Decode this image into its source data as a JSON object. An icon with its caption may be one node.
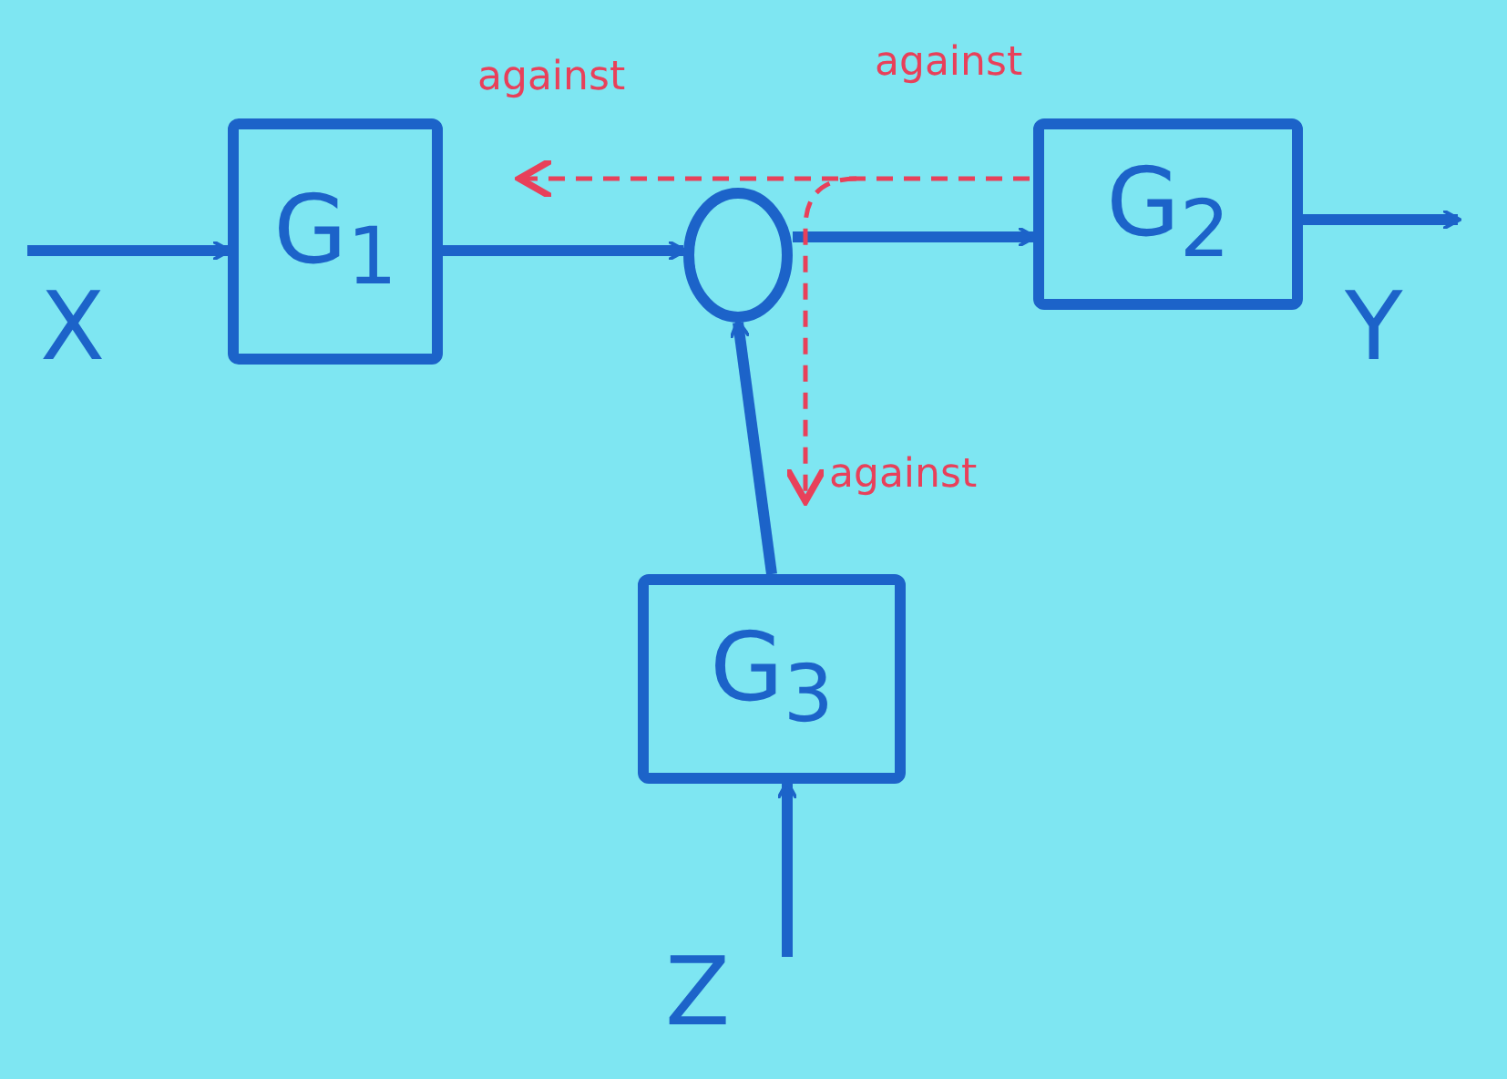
{
  "diagram": {
    "nodes": [
      {
        "text": [
          "G$_{1}$"
        ]
      },
      {
        "text": [],
        "shape": "circle"
      },
      {
        "text": [
          "G$_{2}$"
        ]
      },
      {
        "text": [
          "G$_{3}$"
        ]
      }
    ],
    "edges": [
      {
        "from": null,
        "to": 0,
        "arrow": "to"
      },
      {
        "from": 0,
        "to": 1,
        "arrow": "to"
      },
      {
        "from": 1,
        "to": 2,
        "arrow": "to"
      },
      {
        "from": 2,
        "to": null,
        "arrow": "to"
      },
      {
        "from": 3,
        "to": 1,
        "arrow": "to"
      },
      {
        "from": null,
        "to": 3,
        "arrow": "to"
      }
    ],
    "labels": [
      "against",
      "against",
      "X",
      "Y",
      "against",
      "Z"
    ]
  }
}
